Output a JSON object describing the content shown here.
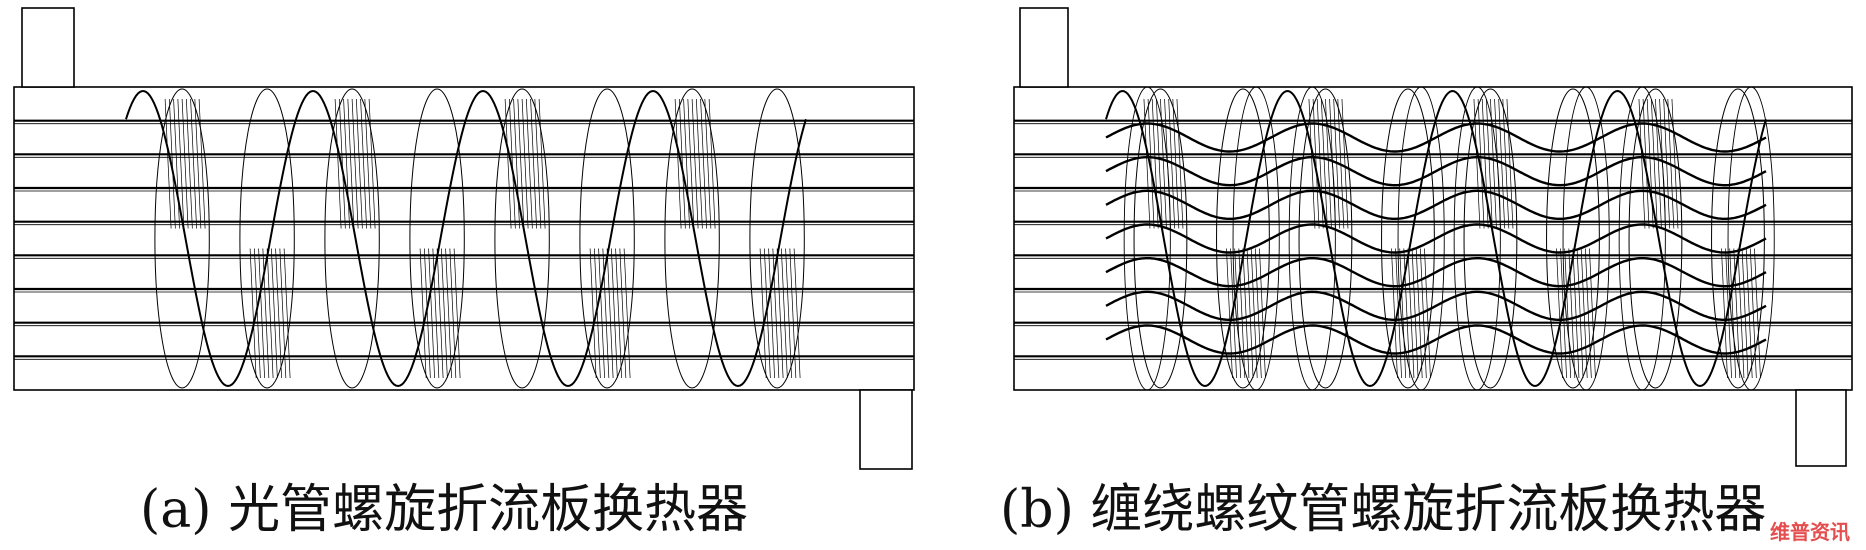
{
  "figure": {
    "panels": [
      {
        "caption": "(a) 光管螺旋折流板换热器",
        "tube_type": "smooth"
      },
      {
        "caption": "(b) 缠绕螺纹管螺旋折流板换热器",
        "tube_type": "wound-threaded"
      }
    ],
    "watermark": "维普资讯"
  },
  "colors": {
    "line": "#000000",
    "background": "#ffffff"
  }
}
